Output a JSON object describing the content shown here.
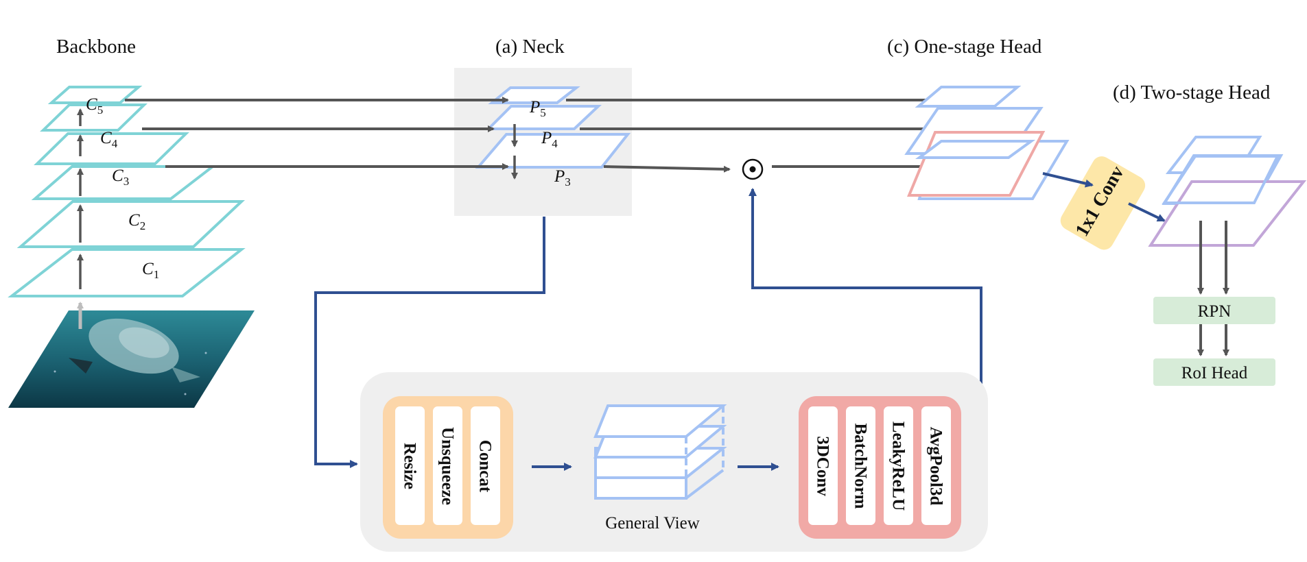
{
  "titles": {
    "backbone": "Backbone",
    "neck": "(a) Neck",
    "one_stage": "(c) One-stage Head",
    "two_stage": "(d) Two-stage Head"
  },
  "backbone_layers": [
    {
      "base": "C",
      "sub": "5"
    },
    {
      "base": "C",
      "sub": "4"
    },
    {
      "base": "C",
      "sub": "3"
    },
    {
      "base": "C",
      "sub": "2"
    },
    {
      "base": "C",
      "sub": "1"
    }
  ],
  "neck_layers": [
    {
      "base": "P",
      "sub": "5"
    },
    {
      "base": "P",
      "sub": "4"
    },
    {
      "base": "P",
      "sub": "3"
    }
  ],
  "operator_symbol": "⊙",
  "conv_label": "1x1 Conv",
  "rpn_label": "RPN",
  "roi_label": "RoI Head",
  "module_a": [
    "Resize",
    "Unsqueeze",
    "Concat"
  ],
  "general_view_label": "General View",
  "module_b": [
    "3DConv",
    "BatchNorm",
    "LeakyReLU",
    "AvgPool3d"
  ],
  "colors": {
    "teal": "#7fd3d6",
    "blue": "#a4c2f4",
    "red": "#efa8a6",
    "purple": "#c2a6d8",
    "arrow_dark": "#555555",
    "arrow_blue": "#2f4f91",
    "panel_gray": "#efefef",
    "orange_fill": "#fcd6a9",
    "pink_fill": "#f1a9a6",
    "yellow_fill": "#fde7a8",
    "green_fill": "#d7ecd8"
  }
}
